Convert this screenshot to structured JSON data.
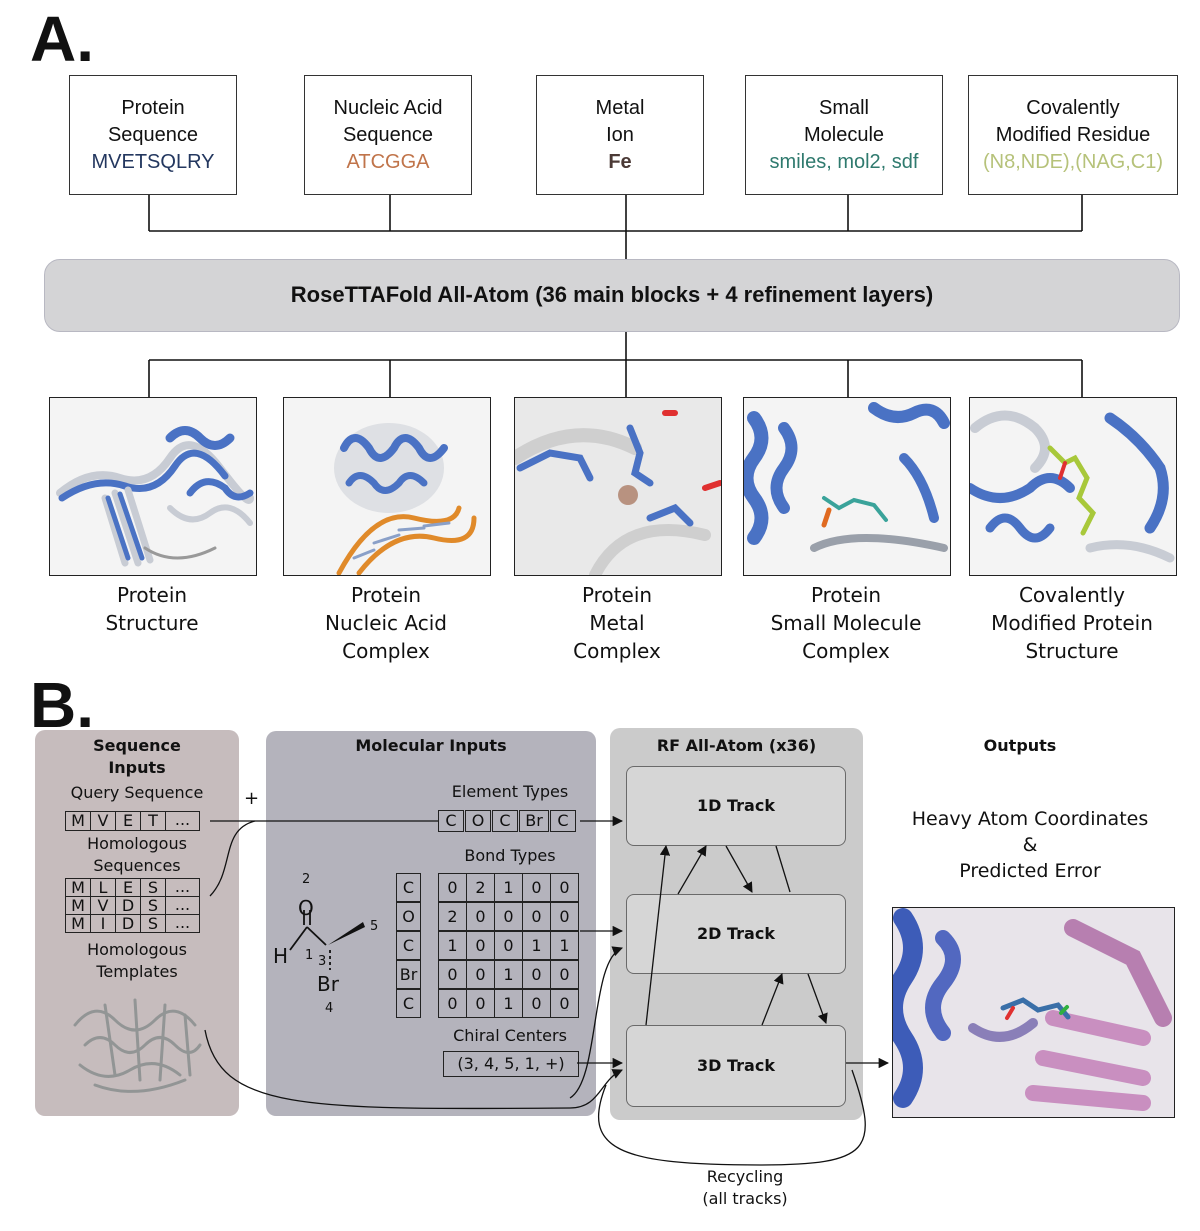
{
  "panel_a": {
    "letter": "A.",
    "inputs": [
      {
        "title": "Protein\nSequence",
        "value": "MVETSQLRY",
        "color": "#23375f"
      },
      {
        "title": "Nucleic Acid\nSequence",
        "value": "ATCGGA",
        "color": "#c0744a"
      },
      {
        "title": "Metal\nIon",
        "value": "Fe",
        "color": "#4b3a36"
      },
      {
        "title": "Small\nMolecule",
        "value": "smiles, mol2, sdf",
        "color": "#2f7a6e"
      },
      {
        "title": "Covalently\nModified Residue",
        "value": "(N8,NDE),(NAG,C1)",
        "color": "#b6c27a"
      }
    ],
    "model_label": "RoseTTAFold All-Atom (36 main blocks + 4 refinement layers)",
    "outputs": [
      {
        "caption": "Protein\nStructure"
      },
      {
        "caption": "Protein\nNucleic Acid\nComplex"
      },
      {
        "caption": "Protein\nMetal\nComplex"
      },
      {
        "caption": "Protein\nSmall Molecule\nComplex"
      },
      {
        "caption": "Covalently\nModified Protein\nStructure"
      }
    ]
  },
  "panel_b": {
    "letter": "B.",
    "sequence_inputs": {
      "title": "Sequence\nInputs",
      "query_label": "Query Sequence",
      "query": [
        "M",
        "V",
        "E",
        "T",
        "..."
      ],
      "homologous_label": "Homologous\nSequences",
      "homologous": [
        [
          "M",
          "L",
          "E",
          "S",
          "..."
        ],
        [
          "M",
          "V",
          "D",
          "S",
          "..."
        ],
        [
          "M",
          "I",
          "D",
          "S",
          "..."
        ]
      ],
      "templates_label": "Homologous\nTemplates"
    },
    "plus": "+",
    "molecular_inputs": {
      "title": "Molecular Inputs",
      "element_types_label": "Element Types",
      "element_types": [
        "C",
        "O",
        "C",
        "Br",
        "C"
      ],
      "bond_types_label": "Bond Types",
      "bond_row_labels": [
        "C",
        "O",
        "C",
        "Br",
        "C"
      ],
      "bond_matrix": [
        [
          "0",
          "2",
          "1",
          "0",
          "0"
        ],
        [
          "2",
          "0",
          "0",
          "0",
          "0"
        ],
        [
          "1",
          "0",
          "0",
          "1",
          "1"
        ],
        [
          "0",
          "0",
          "1",
          "0",
          "0"
        ],
        [
          "0",
          "0",
          "1",
          "0",
          "0"
        ]
      ],
      "chiral_label": "Chiral Centers",
      "chiral_value": "(3, 4, 5, 1, +)",
      "molecule": {
        "H": "H",
        "O": "O",
        "Br": "Br",
        "n1": "1",
        "n2": "2",
        "n3": "3",
        "n4": "4",
        "n5": "5"
      }
    },
    "rf": {
      "title": "RF All-Atom (x36)",
      "track1": "1D Track",
      "track2": "2D Track",
      "track3": "3D Track"
    },
    "outputs": {
      "title": "Outputs",
      "label": "Heavy Atom Coordinates\n&\nPredicted Error"
    },
    "recycling": "Recycling\n(all tracks)"
  },
  "colors": {
    "protein_blue": "#4a72c4",
    "protein_grey": "#c8ccd4",
    "seq_panel": "#c6bcbd",
    "mol_panel": "#b4b3bc",
    "rf_panel": "#cbcbcb",
    "output_purple": "#b77fb0"
  }
}
